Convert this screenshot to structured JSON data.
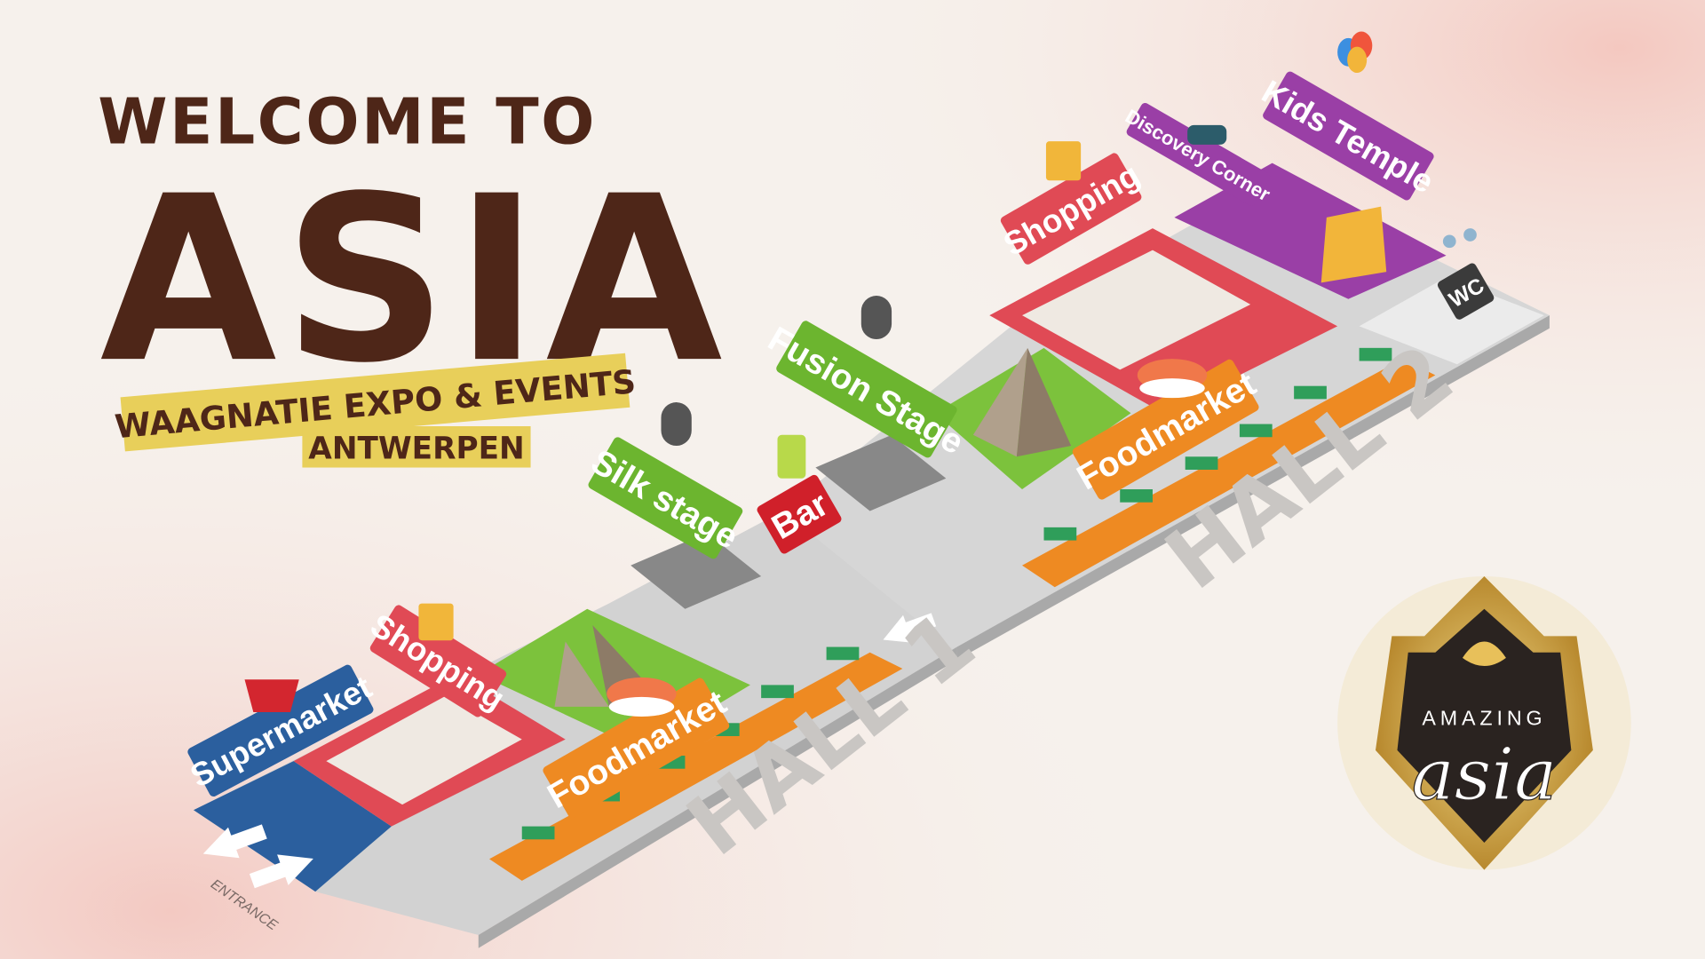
{
  "header": {
    "welcome": "WELCOME TO",
    "title": "ASIA",
    "venue": "WAAGNATIE EXPO & EVENTS",
    "city": "ANTWERPEN"
  },
  "zones": {
    "supermarket": "Supermarket",
    "shopping_1": "Shopping",
    "foodmarket_1": "Foodmarket",
    "silk_stage": "Silk stage",
    "bar": "Bar",
    "fusion_stage": "Fusion Stage",
    "foodmarket_2": "Foodmarket",
    "shopping_2": "Shopping",
    "discovery_corner": "Discovery Corner",
    "kids_temple": "Kids Temple",
    "wc": "WC"
  },
  "halls": {
    "hall_1": "HALL 1",
    "hall_2": "HALL 2"
  },
  "entrance": "ENTRANCE",
  "logo": {
    "top": "AMAZING",
    "bottom": "asia"
  },
  "colors": {
    "brown": "#4e2618",
    "banner": "#e8cf5a",
    "floor": "#cfcfcf",
    "blue": "#2b5f9e",
    "red": "#e04a55",
    "green": "#6cb52f",
    "orange": "#ee8a22",
    "purple": "#9a3fa6",
    "gray": "#3b3b3b"
  }
}
